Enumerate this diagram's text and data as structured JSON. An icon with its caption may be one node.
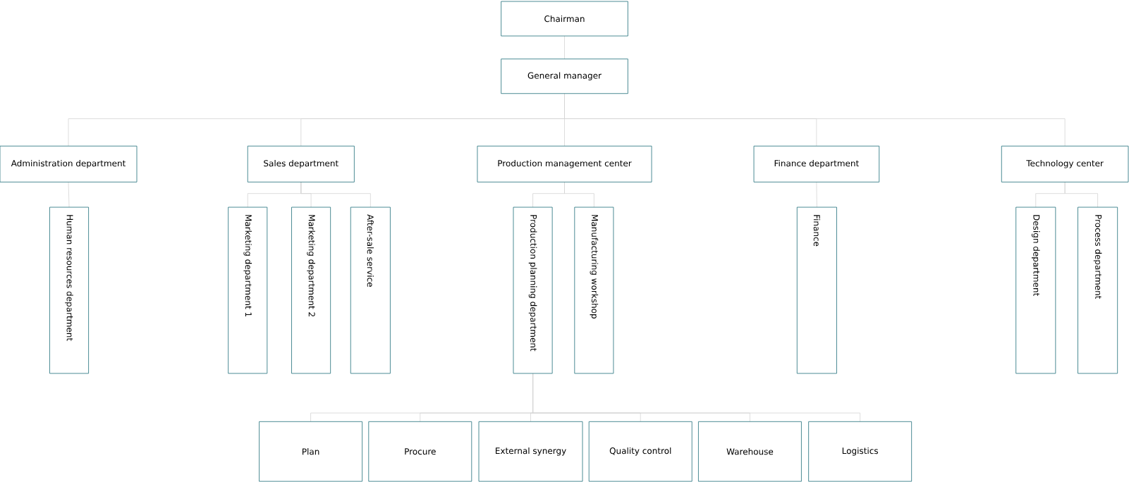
{
  "diagram": {
    "nodes": [
      {
        "text": [
          "Chairman"
        ]
      },
      {
        "text": [
          "General manager"
        ]
      },
      {
        "text": [
          "Administration department"
        ]
      },
      {
        "text": [
          "Sales department"
        ]
      },
      {
        "text": [
          "Production management center"
        ]
      },
      {
        "text": [
          "Finance department"
        ]
      },
      {
        "text": [
          "Technology center"
        ]
      },
      {
        "text": [
          "Human resources department"
        ]
      },
      {
        "text": [
          "Marketing department 1"
        ]
      },
      {
        "text": [
          "Marketing department 2"
        ]
      },
      {
        "text": [
          "After-sale service"
        ]
      },
      {
        "text": [
          "Production planning department"
        ]
      },
      {
        "text": [
          "Manufacturing workshop"
        ]
      },
      {
        "text": [
          "Finance"
        ]
      },
      {
        "text": [
          "Design department"
        ]
      },
      {
        "text": [
          "Process department"
        ]
      },
      {
        "text": [
          "Plan"
        ]
      },
      {
        "text": [
          "Procure"
        ]
      },
      {
        "text": [
          "External synergy"
        ]
      },
      {
        "text": [
          "Quality control"
        ]
      },
      {
        "text": [
          "Warehouse"
        ]
      },
      {
        "text": [
          "Logistics"
        ]
      }
    ],
    "edges": [
      {
        "from": 0,
        "to": 1,
        "arrow": "none"
      },
      {
        "from": 1,
        "to": 2,
        "arrow": "none"
      },
      {
        "from": 1,
        "to": 3,
        "arrow": "none"
      },
      {
        "from": 1,
        "to": 4,
        "arrow": "none"
      },
      {
        "from": 1,
        "to": 5,
        "arrow": "none"
      },
      {
        "from": 1,
        "to": 6,
        "arrow": "none"
      },
      {
        "from": 2,
        "to": 7,
        "arrow": "none"
      },
      {
        "from": 3,
        "to": 8,
        "arrow": "none"
      },
      {
        "from": 3,
        "to": 9,
        "arrow": "none"
      },
      {
        "from": 3,
        "to": 10,
        "arrow": "none"
      },
      {
        "from": 4,
        "to": 11,
        "arrow": "none"
      },
      {
        "from": 4,
        "to": 12,
        "arrow": "none"
      },
      {
        "from": 5,
        "to": 13,
        "arrow": "none"
      },
      {
        "from": 6,
        "to": 14,
        "arrow": "none"
      },
      {
        "from": 6,
        "to": 15,
        "arrow": "none"
      },
      {
        "from": 11,
        "to": 16,
        "arrow": "none"
      },
      {
        "from": 11,
        "to": 17,
        "arrow": "none"
      },
      {
        "from": 11,
        "to": 18,
        "arrow": "none"
      },
      {
        "from": 11,
        "to": 19,
        "arrow": "none"
      },
      {
        "from": 11,
        "to": 20,
        "arrow": "none"
      },
      {
        "from": 11,
        "to": 21,
        "arrow": "none"
      }
    ]
  }
}
